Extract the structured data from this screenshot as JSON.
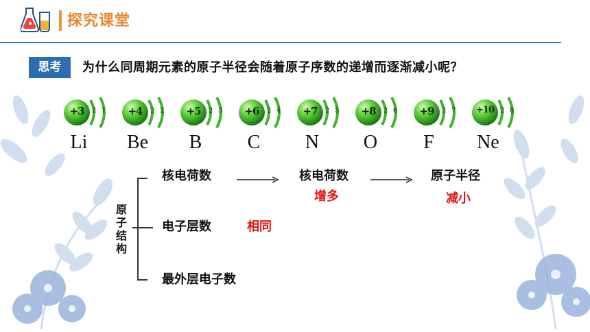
{
  "header": {
    "title": "探究课堂",
    "icon": "flask-beaker-icon",
    "accent_color": "#e8862d",
    "line_color": "#2e7ab9"
  },
  "question": {
    "badge": "思考",
    "text": "为什么同周期元素的原子半径会随着原子序数的递增而逐渐减小呢？"
  },
  "atoms": [
    {
      "nucleus": "+3",
      "shells": [
        "2",
        "1"
      ],
      "symbol": "Li"
    },
    {
      "nucleus": "+4",
      "shells": [
        "2",
        "2"
      ],
      "symbol": "Be"
    },
    {
      "nucleus": "+5",
      "shells": [
        "2",
        "3"
      ],
      "symbol": "B"
    },
    {
      "nucleus": "+6",
      "shells": [
        "2",
        "4"
      ],
      "symbol": "C"
    },
    {
      "nucleus": "+7",
      "shells": [
        "2",
        "5"
      ],
      "symbol": "N"
    },
    {
      "nucleus": "+8",
      "shells": [
        "2",
        "6"
      ],
      "symbol": "O"
    },
    {
      "nucleus": "+9",
      "shells": [
        "2",
        "7"
      ],
      "symbol": "F"
    },
    {
      "nucleus": "+10",
      "shells": [
        "2",
        "8"
      ],
      "symbol": "Ne"
    }
  ],
  "structure": {
    "vertical_label": "原子结构",
    "rows": [
      "核电荷数",
      "电子层数",
      "最外层电子数"
    ],
    "flow": {
      "middle": "核电荷数",
      "middle_effect": "增多",
      "right": "原子半径",
      "right_effect": "减小"
    },
    "layers_effect": "相同",
    "effect_color": "#e3160f"
  }
}
